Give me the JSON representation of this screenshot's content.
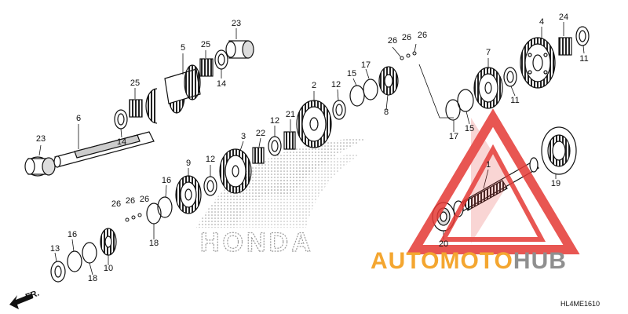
{
  "diagram": {
    "reference_code": "HL4ME1610",
    "direction_label": "FR.",
    "brand_text": "HONDA",
    "watermark": {
      "word_part1": "AUTO",
      "word_part2": "MOTO",
      "word_part3": "HUB",
      "color_orange": "#f4a630",
      "color_red": "#e53935",
      "color_gray": "#9e9e9e"
    },
    "callouts": [
      {
        "id": "c23a",
        "text": "23"
      },
      {
        "id": "c6",
        "text": "6"
      },
      {
        "id": "c14a",
        "text": "14"
      },
      {
        "id": "c25a",
        "text": "25"
      },
      {
        "id": "c5",
        "text": "5"
      },
      {
        "id": "c25b",
        "text": "25"
      },
      {
        "id": "c14b",
        "text": "14"
      },
      {
        "id": "c23b",
        "text": "23"
      },
      {
        "id": "c26a",
        "text": "26"
      },
      {
        "id": "c26b",
        "text": "26"
      },
      {
        "id": "c26c",
        "text": "26"
      },
      {
        "id": "c4",
        "text": "4"
      },
      {
        "id": "c24",
        "text": "24"
      },
      {
        "id": "c11a",
        "text": "11"
      },
      {
        "id": "c7",
        "text": "7"
      },
      {
        "id": "c11b",
        "text": "11"
      },
      {
        "id": "c17a",
        "text": "17"
      },
      {
        "id": "c15a",
        "text": "15"
      },
      {
        "id": "c12a",
        "text": "12"
      },
      {
        "id": "c2",
        "text": "2"
      },
      {
        "id": "c8",
        "text": "8"
      },
      {
        "id": "c17b",
        "text": "17"
      },
      {
        "id": "c15b",
        "text": "15"
      },
      {
        "id": "c21",
        "text": "21"
      },
      {
        "id": "c12b",
        "text": "12"
      },
      {
        "id": "c22",
        "text": "22"
      },
      {
        "id": "c3",
        "text": "3"
      },
      {
        "id": "c12c",
        "text": "12"
      },
      {
        "id": "c9",
        "text": "9"
      },
      {
        "id": "c16a",
        "text": "16"
      },
      {
        "id": "c26d",
        "text": "26"
      },
      {
        "id": "c26e",
        "text": "26"
      },
      {
        "id": "c26f",
        "text": "26"
      },
      {
        "id": "c18a",
        "text": "18"
      },
      {
        "id": "c1",
        "text": "1"
      },
      {
        "id": "c19",
        "text": "19"
      },
      {
        "id": "c20",
        "text": "20"
      },
      {
        "id": "c13",
        "text": "13"
      },
      {
        "id": "c16b",
        "text": "16"
      },
      {
        "id": "c18b",
        "text": "18"
      },
      {
        "id": "c10",
        "text": "10"
      }
    ]
  }
}
